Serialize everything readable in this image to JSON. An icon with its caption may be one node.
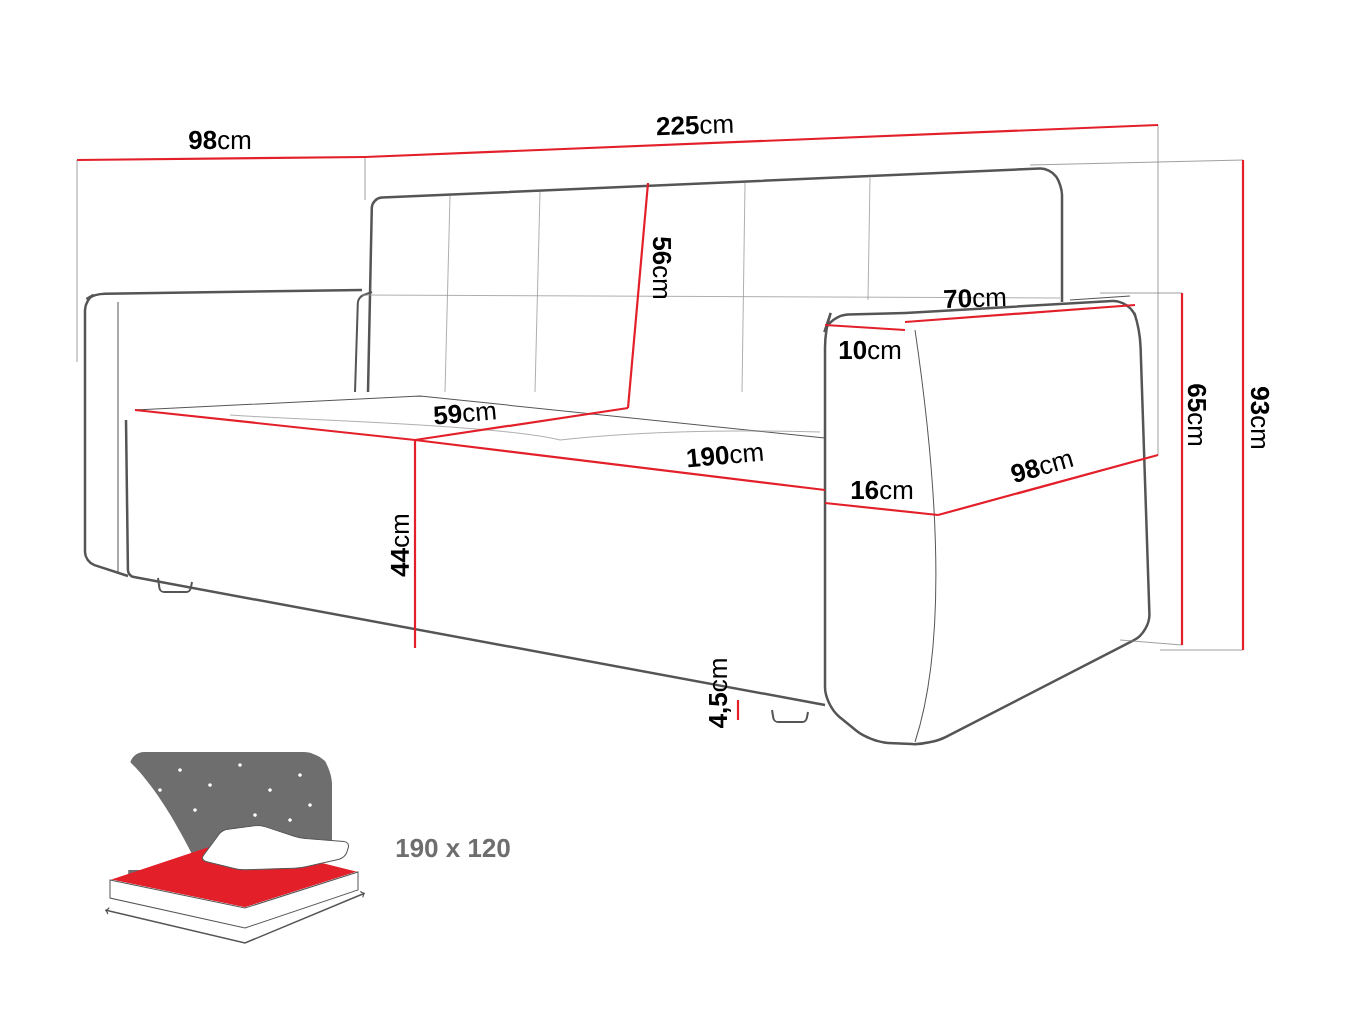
{
  "diagram": {
    "labels": [
      "**225**cm",
      "**98**cm",
      "**56**cm",
      "**70**cm",
      "**10**cm",
      "**59**cm",
      "**65**cm",
      "**93**cm",
      "**190**cm",
      "**16**cm",
      "**98**cm",
      "**44**cm",
      "**4,5**cm",
      "190 x 120"
    ]
  }
}
